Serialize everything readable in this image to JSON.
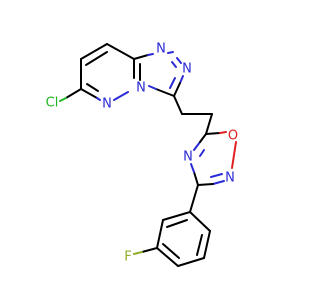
{
  "molecule": {
    "atoms": {
      "cl": "Cl",
      "n_pyr": "N",
      "n_bridge": "N",
      "n_tri_top": "N",
      "n_tri_right": "N",
      "o_oxa": "O",
      "n_oxa_right": "N",
      "n_oxa_left": "N",
      "f": "F"
    }
  },
  "colors": {
    "carbon_bond": "#000000",
    "nitrogen": "#2a2ad6",
    "oxygen": "#e01f1f",
    "chlorine": "#1fb81f",
    "fluorine": "#8fae2a"
  }
}
